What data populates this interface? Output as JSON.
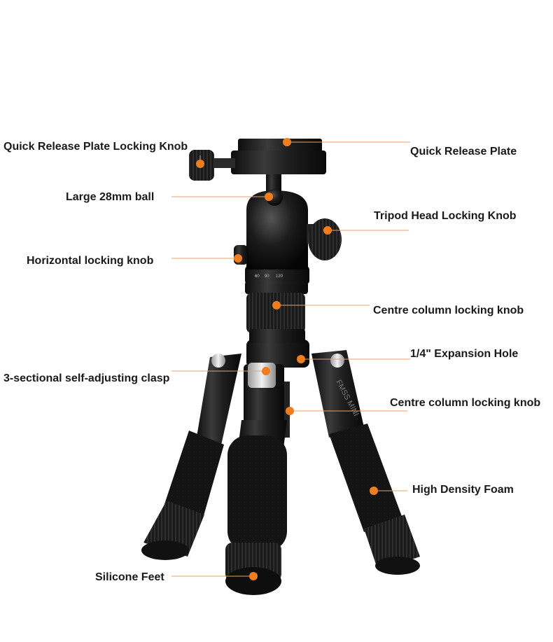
{
  "colors": {
    "accent": "#f07e1f",
    "leader_line": "#e6a26a",
    "metal_dark": "#1c1c1c",
    "foam": "#111111",
    "text": "#1a1a1a"
  },
  "callouts": {
    "quick_release_plate_locking_knob": "Quick Release Plate Locking Knob",
    "quick_release_plate": "Quick Release Plate",
    "large_ball": "Large 28mm ball",
    "tripod_head_locking_knob": "Tripod Head Locking Knob",
    "horizontal_locking_knob": "Horizontal locking knob",
    "centre_column_locking_knob_upper": "Centre column locking knob",
    "expansion_hole": "1/4\" Expansion Hole",
    "clasp": "3-sectional self-adjusting clasp",
    "centre_column_locking_knob_lower": "Centre column locking knob",
    "high_density_foam": "High Density Foam",
    "silicone_feet": "Silicone Feet"
  },
  "product": {
    "leg_marking": "FMSS MINI",
    "scale_markings": [
      "60",
      "90",
      "120"
    ]
  }
}
